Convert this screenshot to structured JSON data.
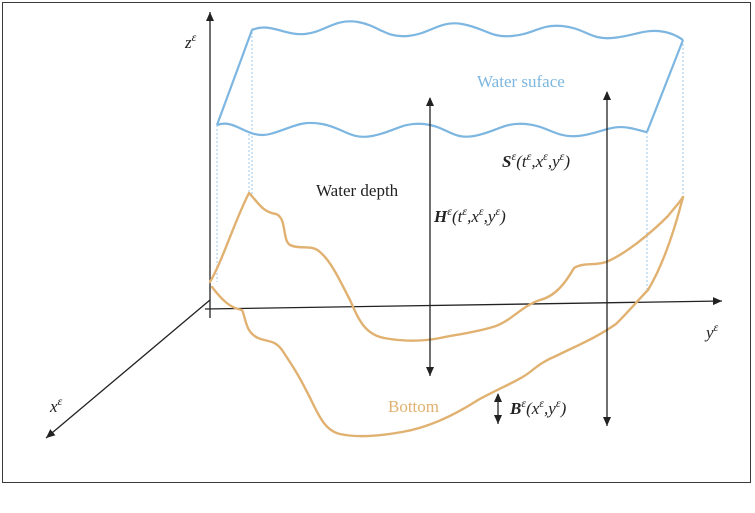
{
  "colors": {
    "water": "#7db6e0",
    "bottom": "#e0b170",
    "axis": "#222222",
    "dotted": "#9cc8e8"
  },
  "axes": {
    "z_label": "z",
    "y_label": "y",
    "x_label": "x",
    "eps": "ε"
  },
  "labels": {
    "water_surface": "Water suface",
    "water_depth": "Water depth",
    "bottom": "Bottom",
    "S_symbol": "S",
    "H_symbol": "H",
    "B_symbol": "B",
    "S_args": "(t,x,y)",
    "H_args": "(t,x,y)",
    "B_args": "(x,y)",
    "open_paren": "(",
    "close_paren": ")",
    "comma": ",",
    "t": "t",
    "x": "x",
    "y": "y"
  }
}
